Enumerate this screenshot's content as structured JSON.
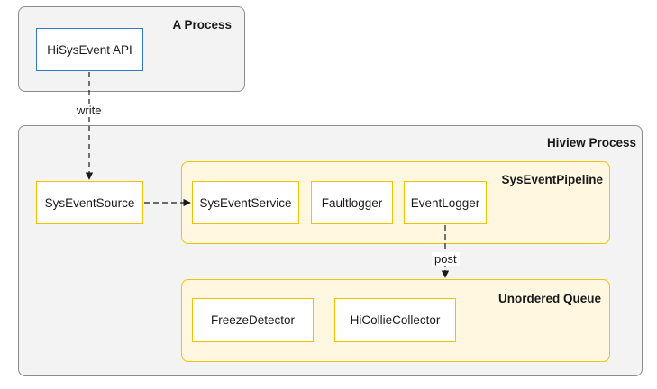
{
  "a_process": {
    "title": "A Process",
    "api_label": "HiSysEvent API"
  },
  "hiview_process": {
    "title": "Hiview Process",
    "source_label": "SysEventSource",
    "pipeline": {
      "title": "SysEventPipeline",
      "nodes": [
        "SysEventService",
        "Faultlogger",
        "EventLogger"
      ]
    },
    "queue": {
      "title": "Unordered Queue",
      "nodes": [
        "FreezeDetector",
        "HiCollieCollector"
      ]
    }
  },
  "edges": {
    "write_label": "write",
    "post_label": "post"
  },
  "colors": {
    "outer_border": "#8c8c8c",
    "outer_fill": "#f3f3f3",
    "group_border": "#f2c200",
    "group_fill": "#fff7e0",
    "api_border": "#2f79c8",
    "arrow": "#1a1a1a"
  }
}
